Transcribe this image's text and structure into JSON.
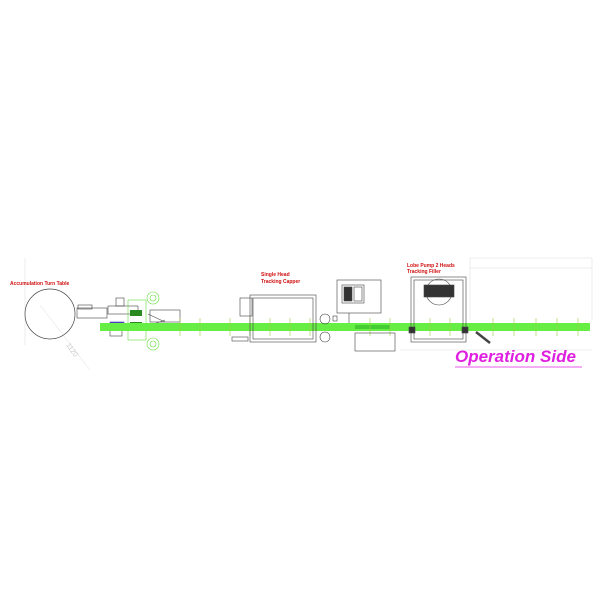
{
  "labels": {
    "turn_table": "Accumulation Turn Table",
    "capper_line1": "Single Head",
    "capper_line2": "Tracking Capper",
    "filler_line1": "Lobe Pump 2 Heads",
    "filler_line2": "Tracking Filler",
    "operation_side": "Operation Side",
    "dimension": "1120"
  },
  "colors": {
    "conveyor": "#66ee44",
    "label": "#d01010",
    "operation_side": "#e020e0",
    "outline": "#555555"
  }
}
